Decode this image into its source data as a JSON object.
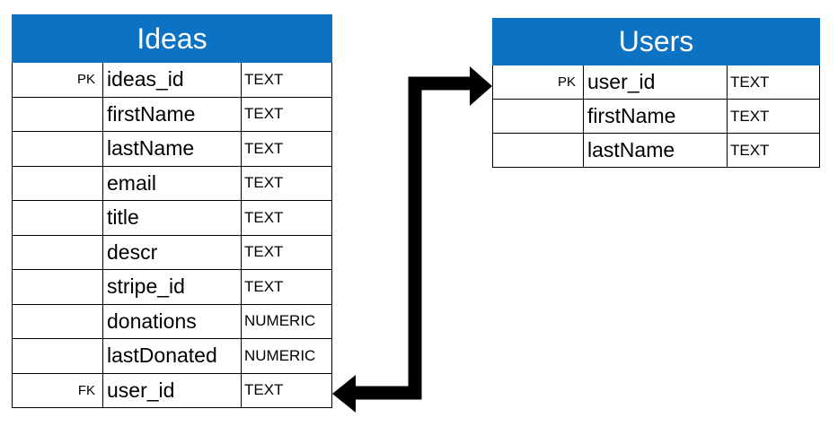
{
  "ideas_table": {
    "title": "Ideas",
    "rows": [
      {
        "key": "PK",
        "name": "ideas_id",
        "type": "TEXT"
      },
      {
        "key": "",
        "name": "firstName",
        "type": "TEXT"
      },
      {
        "key": "",
        "name": "lastName",
        "type": "TEXT"
      },
      {
        "key": "",
        "name": "email",
        "type": "TEXT"
      },
      {
        "key": "",
        "name": "title",
        "type": "TEXT"
      },
      {
        "key": "",
        "name": "descr",
        "type": "TEXT"
      },
      {
        "key": "",
        "name": "stripe_id",
        "type": "TEXT"
      },
      {
        "key": "",
        "name": "donations",
        "type": "NUMERIC"
      },
      {
        "key": "",
        "name": "lastDonated",
        "type": "NUMERIC"
      },
      {
        "key": "FK",
        "name": "user_id",
        "type": "TEXT"
      }
    ]
  },
  "users_table": {
    "title": "Users",
    "rows": [
      {
        "key": "PK",
        "name": "user_id",
        "type": "TEXT"
      },
      {
        "key": "",
        "name": "firstName",
        "type": "TEXT"
      },
      {
        "key": "",
        "name": "lastName",
        "type": "TEXT"
      }
    ]
  },
  "colors": {
    "header_blue": "#0b72c4",
    "arrow": "#000000"
  }
}
